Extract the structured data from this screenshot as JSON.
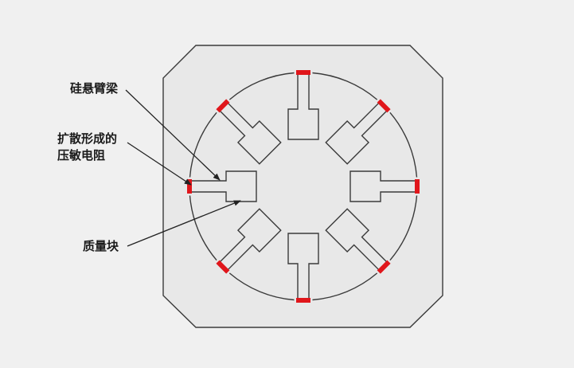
{
  "labels": {
    "cantilever": "硅悬臂梁",
    "resistor_line1": "扩散形成的",
    "resistor_line2": "压敏电阻",
    "mass": "质量块"
  },
  "colors": {
    "background": "#f0f0f0",
    "chip": "#e8e8e8",
    "outline": "#3a3a3a",
    "resistor": "#e0161b"
  }
}
